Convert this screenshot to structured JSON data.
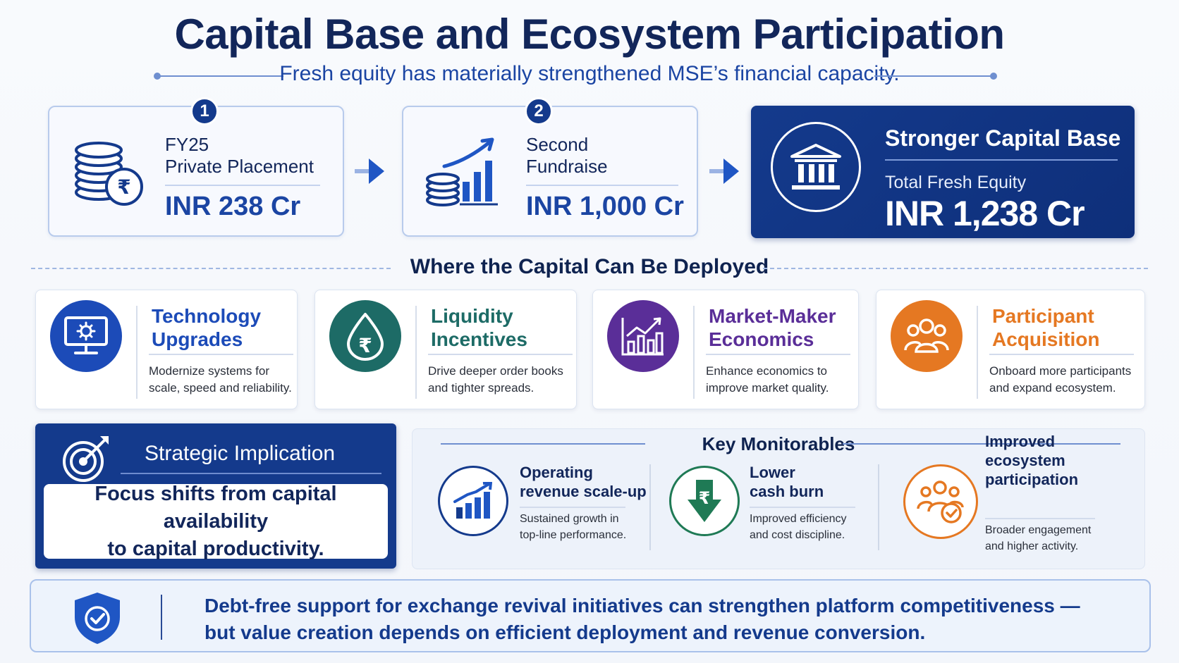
{
  "header": {
    "title": "Capital Base and Ecosystem Participation",
    "subtitle": "Fresh equity has materially strengthened MSE’s financial capacity."
  },
  "steps": [
    {
      "badge": "1",
      "label_line1": "FY25",
      "label_line2": "Private Placement",
      "value": "INR 238 Cr",
      "icon": "rupee-coins-icon"
    },
    {
      "badge": "2",
      "label_line1": "Second",
      "label_line2": "Fundraise",
      "value": "INR 1,000 Cr",
      "icon": "growth-coins-icon"
    }
  ],
  "capital": {
    "title": "Stronger Capital Base",
    "subtitle": "Total Fresh Equity",
    "value": "INR 1,238 Cr",
    "icon": "bank-building-icon"
  },
  "deploy": {
    "heading": "Where the Capital Can Be Deployed",
    "items": [
      {
        "title_line1": "Technology",
        "title_line2": "Upgrades",
        "desc_line1": "Modernize systems for",
        "desc_line2": "scale, speed and reliability.",
        "color": "#1c4bb8",
        "icon": "monitor-gear-icon"
      },
      {
        "title_line1": "Liquidity",
        "title_line2": "Incentives",
        "desc_line1": "Drive deeper order books",
        "desc_line2": "and tighter spreads.",
        "color": "#1d6b66",
        "icon": "rupee-drop-icon"
      },
      {
        "title_line1": "Market-Maker",
        "title_line2": "Economics",
        "desc_line1": "Enhance economics to",
        "desc_line2": "improve market quality.",
        "color": "#5a2e98",
        "icon": "bar-chart-icon"
      },
      {
        "title_line1": "Participant",
        "title_line2": "Acquisition",
        "desc_line1": "Onboard more participants",
        "desc_line2": "and expand ecosystem.",
        "color": "#e57822",
        "icon": "people-group-icon"
      }
    ]
  },
  "strategic": {
    "title": "Strategic Implication",
    "text_line1": "Focus shifts from capital availability",
    "text_line2": "to capital productivity.",
    "icon": "target-arrow-icon"
  },
  "monitorables": {
    "heading": "Key Monitorables",
    "items": [
      {
        "title_lines": [
          "Operating",
          "revenue scale-up"
        ],
        "desc_line1": "Sustained growth in",
        "desc_line2": "top-line performance.",
        "color": "#143a8c",
        "icon": "growth-chart-icon"
      },
      {
        "title_lines": [
          "Lower",
          "cash burn"
        ],
        "desc_line1": "Improved efficiency",
        "desc_line2": "and cost discipline.",
        "color": "#1f7a55",
        "icon": "rupee-down-arrow-icon"
      },
      {
        "title_lines": [
          "Improved",
          "ecosystem",
          "participation"
        ],
        "desc_line1": "Broader engagement",
        "desc_line2": "and higher activity.",
        "color": "#e57822",
        "icon": "people-check-icon"
      }
    ]
  },
  "banner": {
    "line1": "Debt-free support for exchange revival initiatives can strengthen platform competitiveness —",
    "line2": "but value creation depends on efficient deployment and revenue conversion.",
    "icon": "shield-check-icon"
  }
}
